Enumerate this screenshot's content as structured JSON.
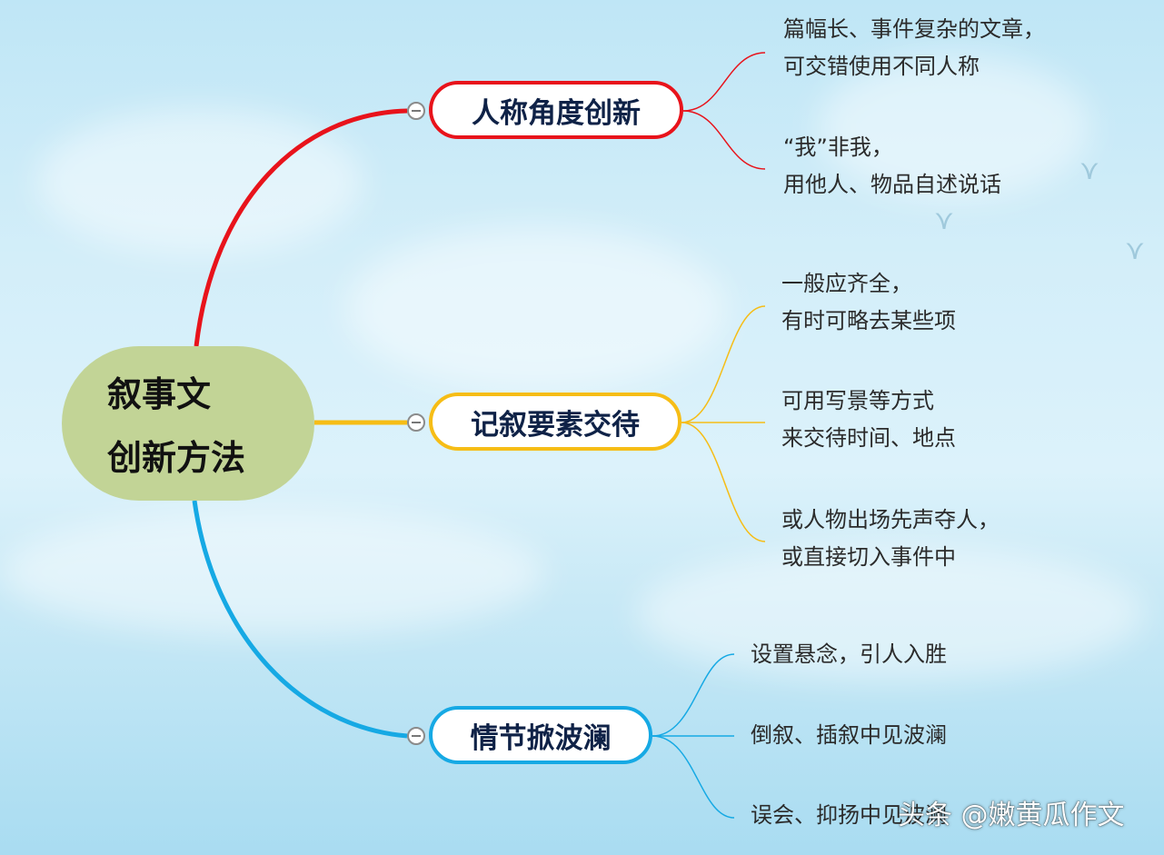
{
  "root": {
    "line1": "叙事文",
    "line2": "创新方法"
  },
  "branches": [
    {
      "label": "人称角度创新",
      "color": "#e8131b",
      "leaves": [
        {
          "line1": "篇幅长、事件复杂的文章，",
          "line2": "可交错使用不同人称"
        },
        {
          "line1": "“我”非我，",
          "line2": "用他人、物品自述说话"
        }
      ]
    },
    {
      "label": "记叙要素交待",
      "color": "#f6bd16",
      "leaves": [
        {
          "line1": "一般应齐全，",
          "line2": "有时可略去某些项"
        },
        {
          "line1": "可用写景等方式",
          "line2": "来交待时间、地点"
        },
        {
          "line1": "或人物出场先声夺人，",
          "line2": "或直接切入事件中"
        }
      ]
    },
    {
      "label": "情节掀波澜",
      "color": "#16a9e4",
      "leaves": [
        {
          "line1": "设置悬念，引人入胜"
        },
        {
          "line1": "倒叙、插叙中见波澜"
        },
        {
          "line1": "误会、抑扬中见波澜"
        }
      ]
    }
  ],
  "watermark": "头条 @嫩黄瓜作文",
  "icons": {
    "collapse": "minus-circle-icon",
    "bird": "bird-icon"
  }
}
